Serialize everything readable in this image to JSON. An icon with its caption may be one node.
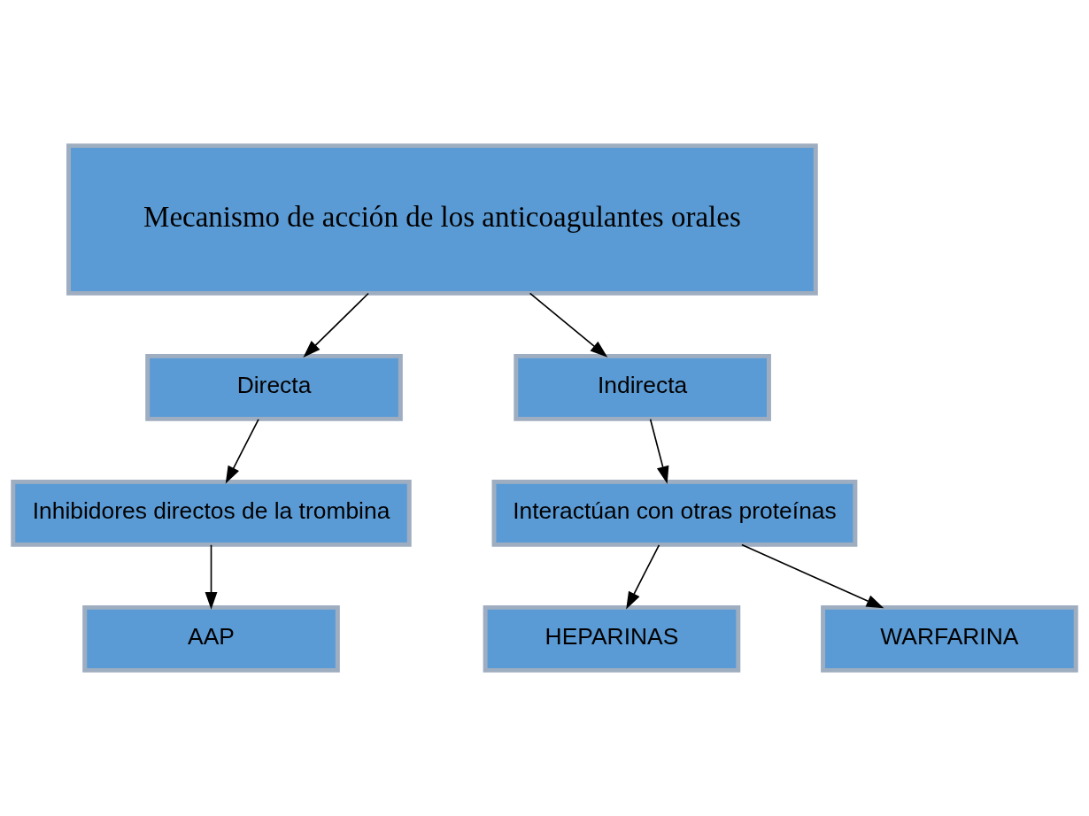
{
  "diagram": {
    "nodes": [
      {
        "text": [
          "Mecanismo de acción de los anticoagulantes orales"
        ]
      },
      {
        "text": [
          "Directa"
        ]
      },
      {
        "text": [
          "Inhibidores directos de la trombina"
        ]
      },
      {
        "text": [
          "AAP"
        ]
      },
      {
        "text": [
          "Indirecta"
        ]
      },
      {
        "text": [
          "Interactúan con otras proteínas"
        ]
      },
      {
        "text": [
          "HEPARINAS"
        ]
      },
      {
        "text": [
          "WARFARINA"
        ]
      }
    ],
    "edges": [
      {
        "from": 0,
        "to": 1,
        "arrow": "to"
      },
      {
        "from": 0,
        "to": 4,
        "arrow": "to"
      },
      {
        "from": 1,
        "to": 2,
        "arrow": "to"
      },
      {
        "from": 2,
        "to": 3,
        "arrow": "to"
      },
      {
        "from": 4,
        "to": 5,
        "arrow": "to"
      },
      {
        "from": 5,
        "to": 6,
        "arrow": "to"
      },
      {
        "from": 5,
        "to": 7,
        "arrow": "to"
      }
    ]
  }
}
